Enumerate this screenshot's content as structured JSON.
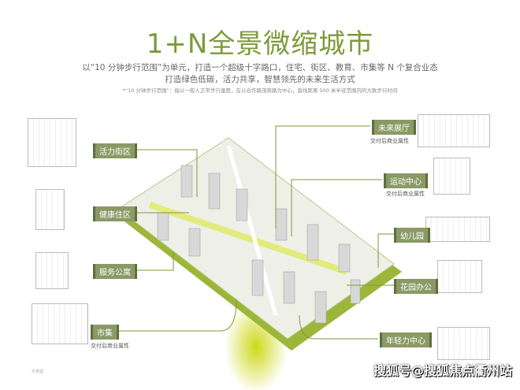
{
  "title": "1+N全景微缩城市",
  "subtitle_line1": "以“10 分钟步行范围”为单元，打造一个超级十字路口，住宅、街区、教育、市集等 N 个复合业态",
  "subtitle_line2": "打造绿色低碳，活力共享，智慧领先的未来生活方式",
  "footnote": "*“10 分钟步行范围”：指以一般人正常步行速度，在以合作路茂商路为中心，直线距离 500 米半径范围内的大致步行时间",
  "left_labels": [
    {
      "label": "活力街区"
    },
    {
      "label": "健康住区"
    },
    {
      "label": "服务公寓"
    },
    {
      "label": "市集",
      "note": "交付后商业属性"
    }
  ],
  "right_labels": [
    {
      "label": "未来展厅",
      "note": "交付后商业属性"
    },
    {
      "label": "运动中心",
      "note": "交付后商业属性"
    },
    {
      "label": "幼儿园"
    },
    {
      "label": "花园办公"
    },
    {
      "label": "年轻力中心"
    }
  ],
  "corner_text": "示意图",
  "watermark": "搜狐号@搜狐焦点衢州站",
  "colors": {
    "accent": "#7d9a3a",
    "tag": "#8a9a66",
    "glow": "#c8d400"
  }
}
